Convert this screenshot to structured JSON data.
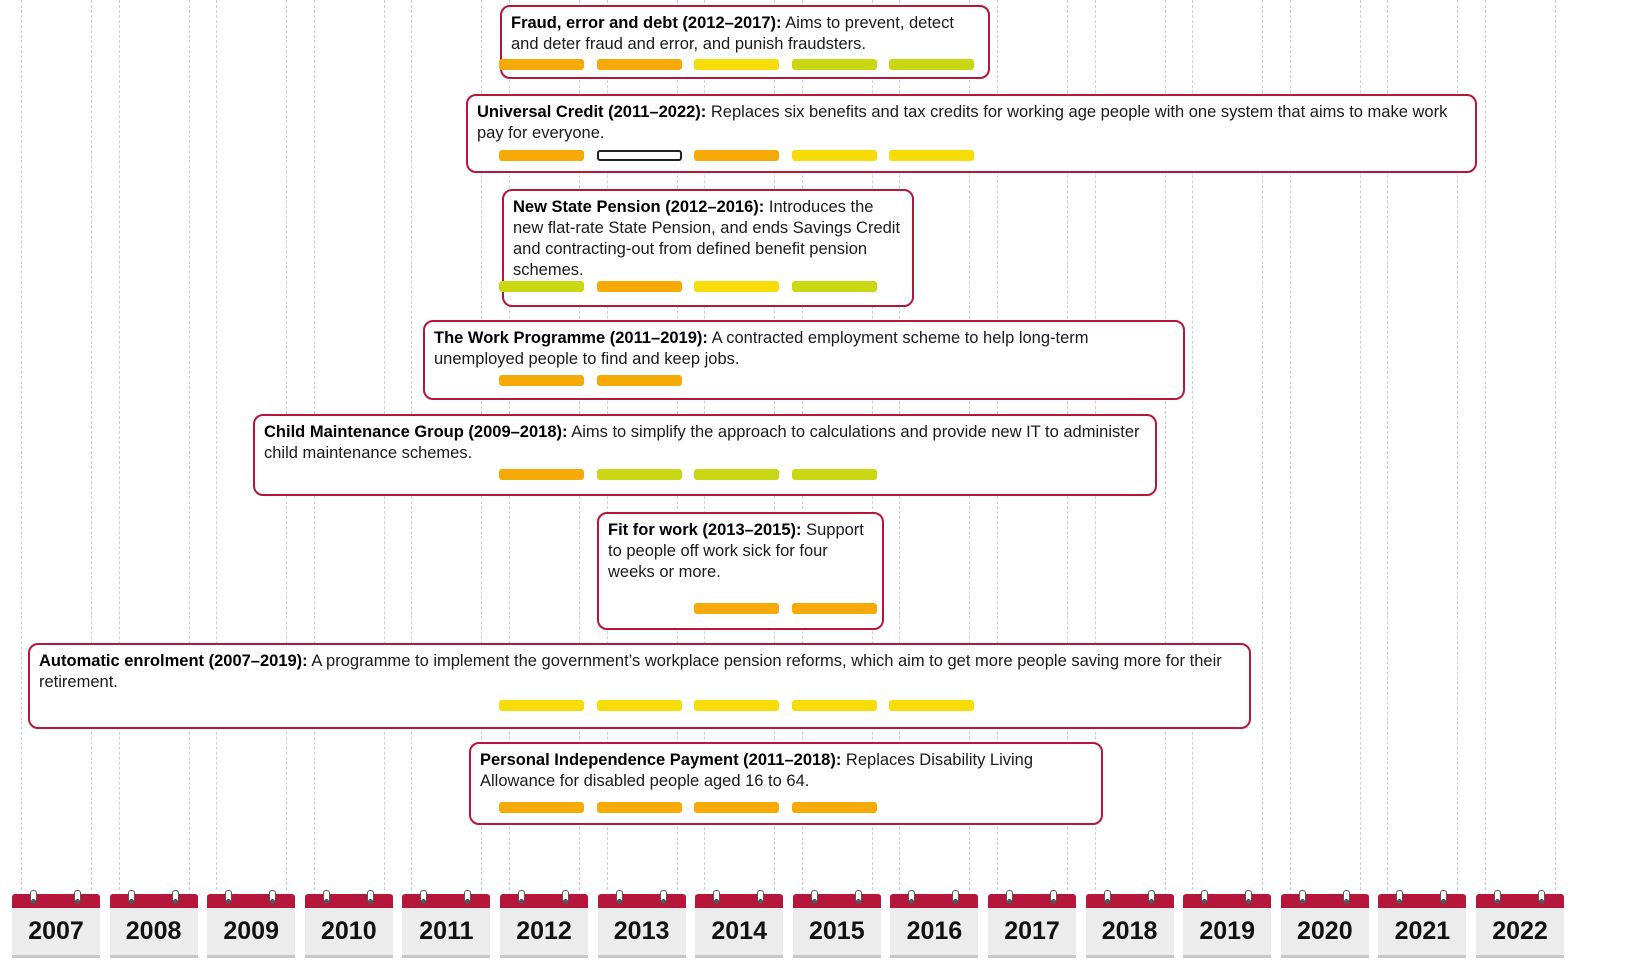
{
  "years": [
    "2007",
    "2008",
    "2009",
    "2010",
    "2011",
    "2012",
    "2013",
    "2014",
    "2015",
    "2016",
    "2017",
    "2018",
    "2019",
    "2020",
    "2021",
    "2022"
  ],
  "colors": {
    "border": "#b5163a",
    "amber": "#f7aa05",
    "amber_green": "#c9d812",
    "yellow": "#f8dc07",
    "not_rated": "#ffffff"
  },
  "programmes": [
    {
      "title": "Fraud, error and debt (2012–2017):",
      "description": "Aims to prevent, detect and deter fraud and error, and punish fraudsters.",
      "ratings": [
        "amber",
        "amber",
        "yellow",
        "amber_green",
        "amber_green"
      ]
    },
    {
      "title": "Universal Credit (2011–2022):",
      "description": "Replaces six benefits and tax credits for working age people with one system that aims to make work pay for everyone.",
      "ratings": [
        "amber",
        "not_rated",
        "amber",
        "yellow",
        "yellow"
      ]
    },
    {
      "title": "New State Pension (2012–2016):",
      "description": "Introduces the new flat-rate State Pension, and ends Savings Credit and contracting-out from defined benefit pension schemes.",
      "ratings": [
        "amber_green",
        "amber",
        "yellow",
        "amber_green"
      ]
    },
    {
      "title": "The Work Programme (2011–2019):",
      "description": "A contracted employment scheme to help long-term unemployed people to find and keep jobs.",
      "ratings": [
        "amber",
        "amber"
      ]
    },
    {
      "title": "Child Maintenance Group (2009–2018):",
      "description": "Aims to simplify the approach to calculations and provide new IT to administer child maintenance schemes.",
      "ratings": [
        "amber",
        "amber_green",
        "amber_green",
        "amber_green"
      ]
    },
    {
      "title": "Fit for work (2013–2015):",
      "description": "Support to people off work sick for four weeks or more.",
      "ratings": [
        "amber",
        "amber"
      ]
    },
    {
      "title": "Automatic enrolment (2007–2019):",
      "description": "A programme to implement the government’s workplace pension reforms, which aim to get more people saving more for their retirement.",
      "ratings": [
        "yellow",
        "yellow",
        "yellow",
        "yellow",
        "yellow"
      ]
    },
    {
      "title": "Personal Independence Payment (2011–2018):",
      "description": "Replaces Disability Living Allowance for disabled people aged 16 to 64.",
      "ratings": [
        "amber",
        "amber",
        "amber",
        "amber"
      ]
    }
  ]
}
